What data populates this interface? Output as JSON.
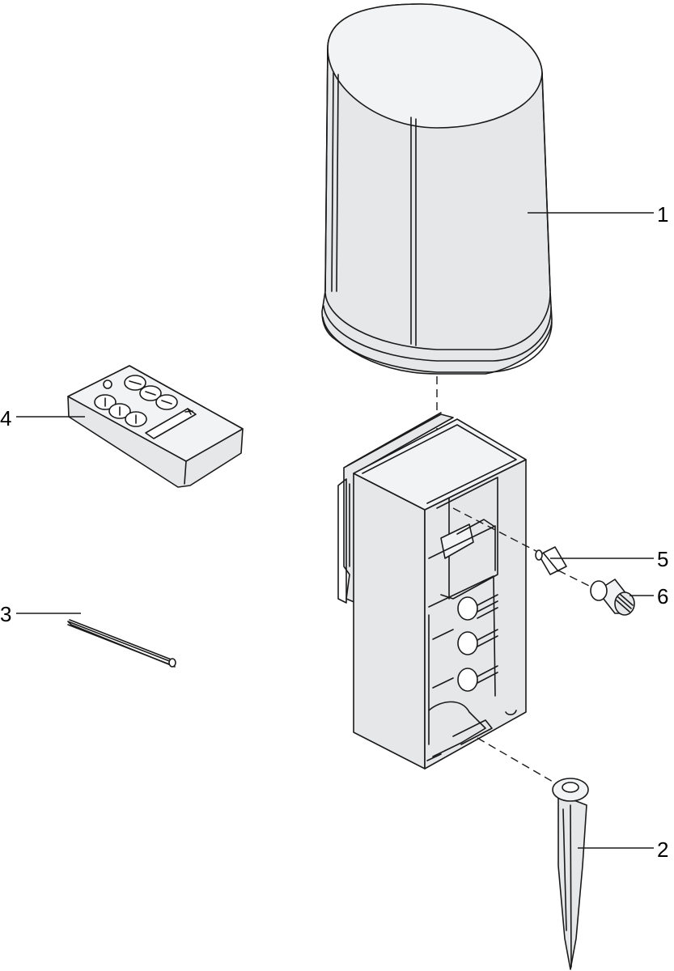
{
  "callouts": {
    "c1": "1",
    "c2": "2",
    "c3": "3",
    "c4": "4",
    "c5": "5",
    "c6": "6"
  },
  "colors": {
    "line": "#1a1a1a",
    "fill": "#e6e7e8",
    "background": "#ffffff"
  }
}
